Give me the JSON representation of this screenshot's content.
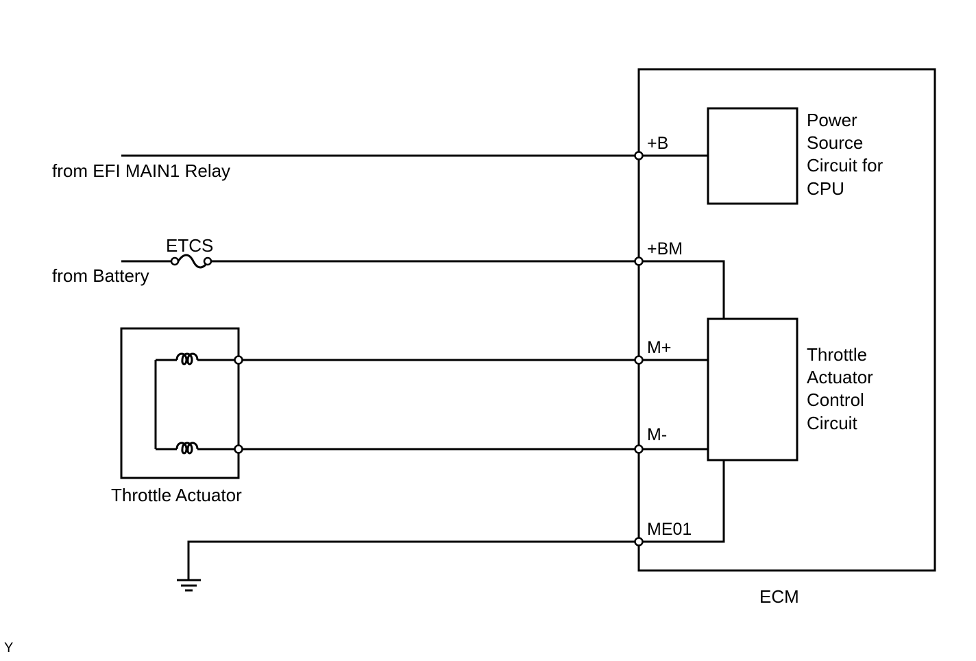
{
  "ecm": {
    "label": "ECM"
  },
  "pins": {
    "b": "+B",
    "bm": "+BM",
    "m_plus": "M+",
    "m_minus": "M-",
    "me01": "ME01"
  },
  "inputs": {
    "efi_relay": "from EFI MAIN1 Relay",
    "battery": "from Battery",
    "fuse": "ETCS"
  },
  "power_circuit": {
    "lines": [
      "Power",
      "Source",
      "Circuit for",
      "CPU"
    ]
  },
  "throttle_circuit": {
    "lines": [
      "Throttle",
      "Actuator",
      "Control",
      "Circuit"
    ]
  },
  "actuator": {
    "label": "Throttle Actuator"
  },
  "corner_mark": "Y"
}
